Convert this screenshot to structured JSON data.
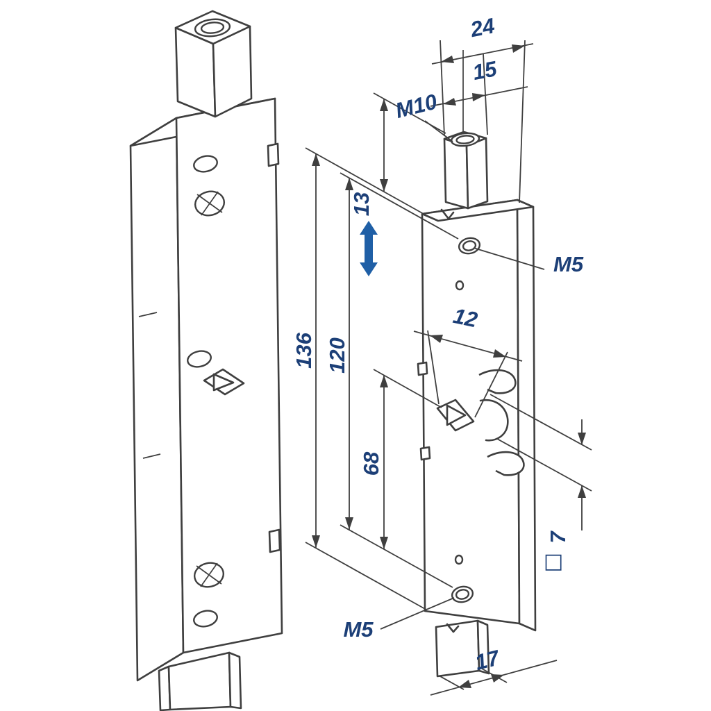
{
  "drawing": {
    "labels": {
      "d24": "24",
      "d15": "15",
      "m10": "M10",
      "d13": "13",
      "d136": "136",
      "d120": "120",
      "d12": "12",
      "m5_upper": "M5",
      "d68": "68",
      "d7": "7",
      "square_symbol": "□",
      "m5_lower": "M5",
      "d17": "17"
    },
    "colors": {
      "line": "#3f3f3f",
      "dimension_text": "#1c3f77",
      "stroke_arrow": "#1f5fa6",
      "background": "#ffffff"
    }
  }
}
